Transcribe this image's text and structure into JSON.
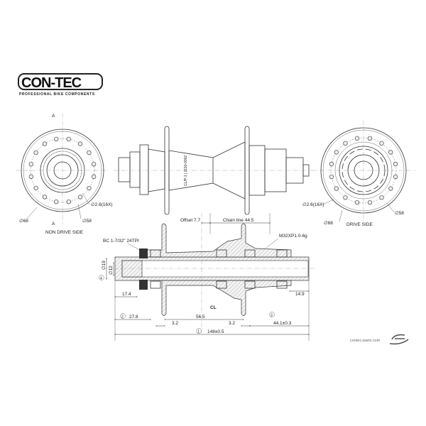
{
  "logo": {
    "brand": "CON-TEC",
    "tagline": "PROFESSIONAL BIKE COMPONENTS"
  },
  "views": {
    "non_drive": {
      "section_marker": "A",
      "label": "NON DRIVE SIDE",
      "hole_label": "∅2.6(16X)",
      "pcd_label": "∅58",
      "flange_label": "∅68"
    },
    "drive": {
      "label": "DRIVE SIDE",
      "hole_label": "∅2.6(16X)",
      "pcd_label": "∅58",
      "flange_label": "∅68"
    },
    "side_marking": "CL/P-1 | 2110-0002"
  },
  "section": {
    "offset": "Offset 7.7",
    "chain_line": "Chain line 44.5",
    "thread": "M32XP1.0-6g",
    "bc": "BC 1-7/32\" 24TPI",
    "dia19": "∅19",
    "dia12": "∅12",
    "c4": "4",
    "d17": "17.4",
    "d149": "14.9",
    "cl": "CL",
    "c2": "2",
    "d278": "27.8",
    "d565": "56.5",
    "c3": "3",
    "d32a": "3.2",
    "d32b": "3.2",
    "d441": "44.1±0.3",
    "c1": "1",
    "d148": "148±0.5"
  },
  "footer": {
    "url": "contec-parts.com",
    "mark": "CT"
  }
}
